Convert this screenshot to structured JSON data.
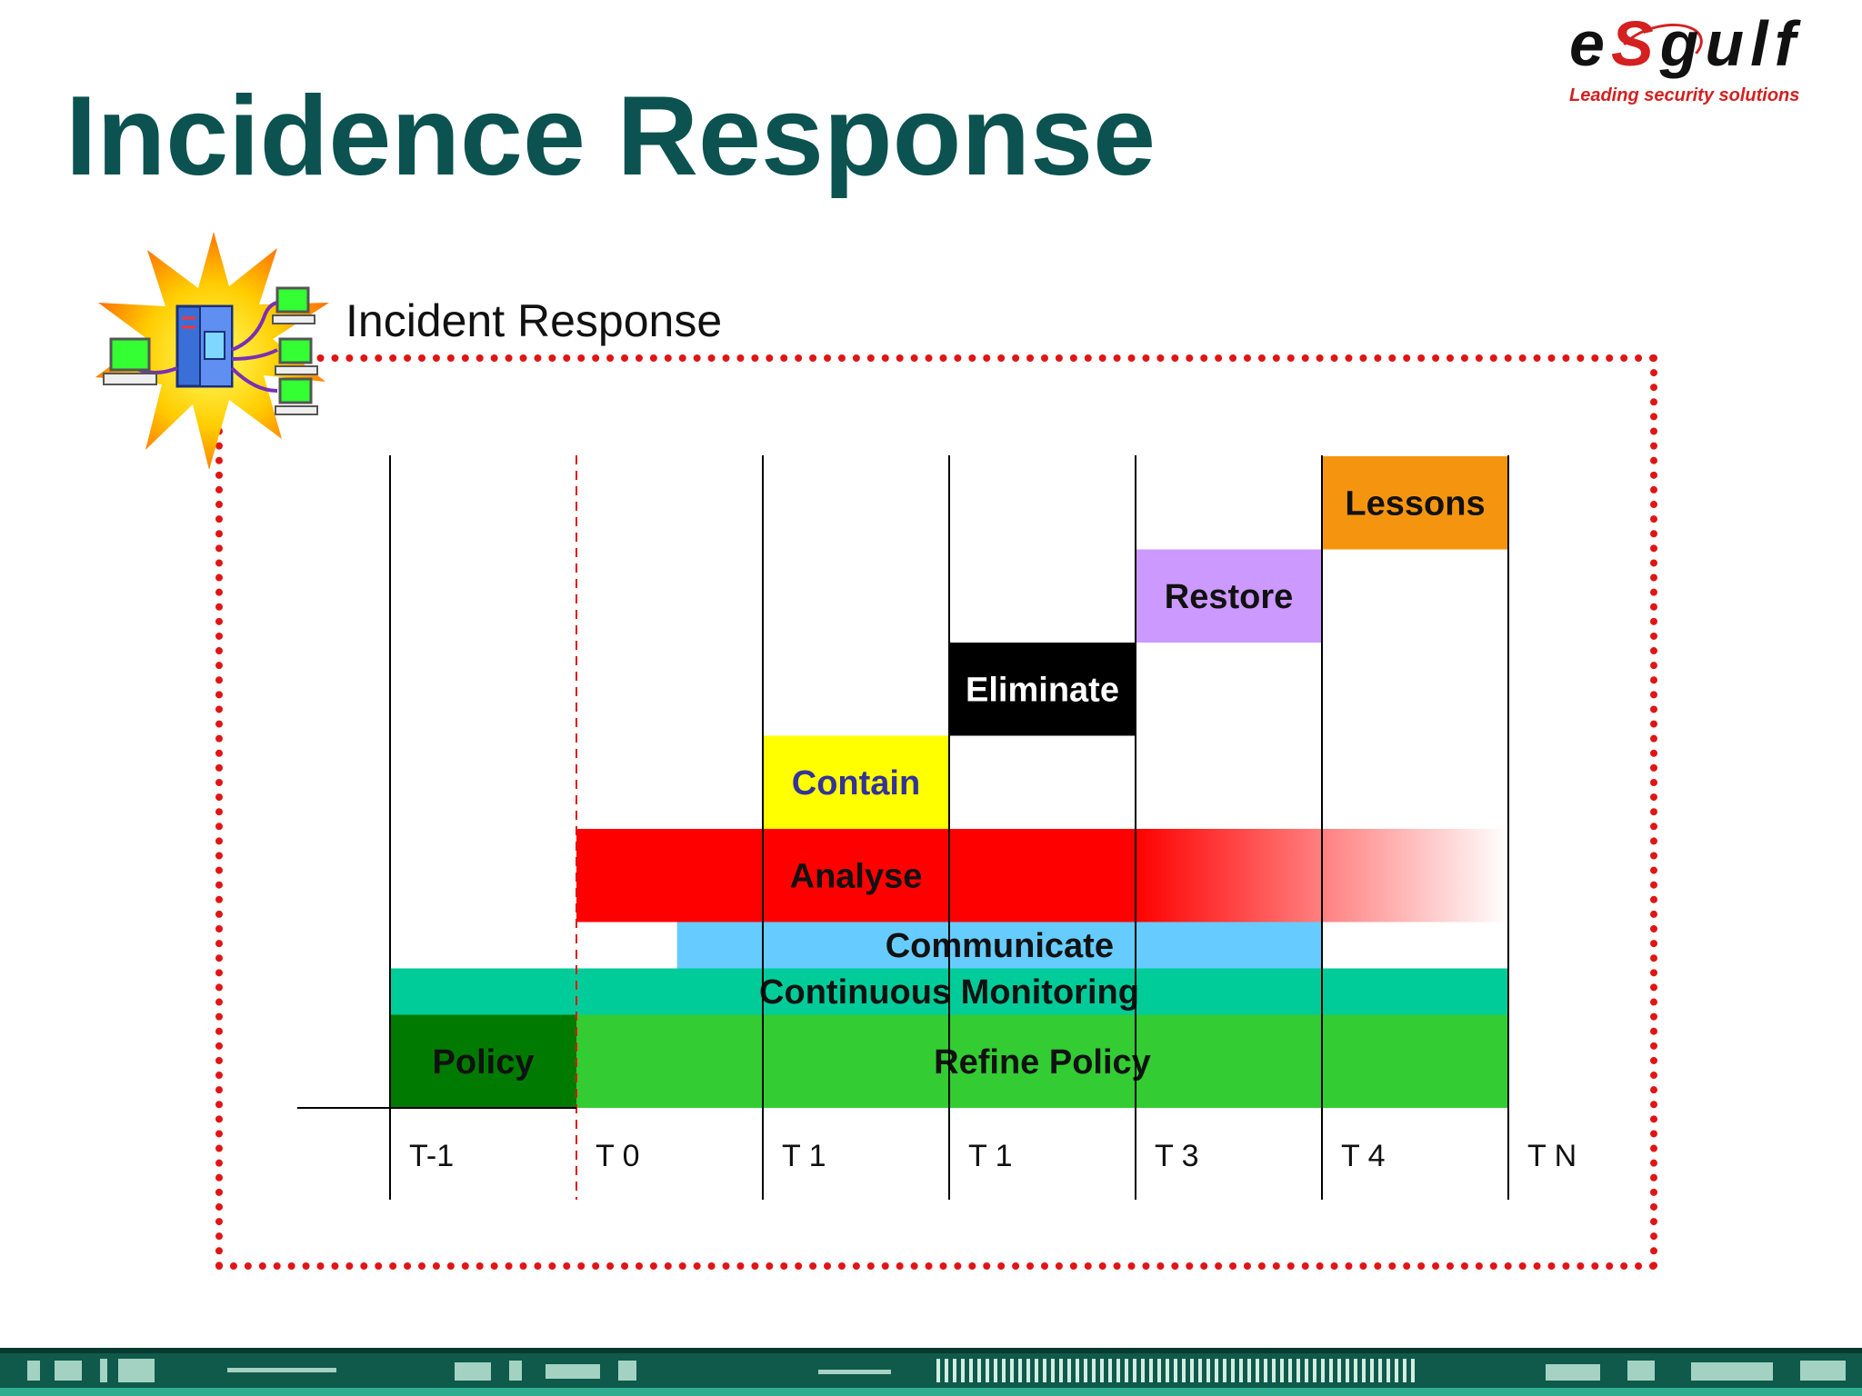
{
  "title": "Incidence Response",
  "logo": {
    "wordmark_prefix": "e",
    "wordmark_s": "S",
    "wordmark_suffix": "gulf",
    "tagline": "Leading security solutions"
  },
  "frame_label": "Incident Response",
  "colors": {
    "title": "#0b5250",
    "frame_border": "#e01515",
    "logo_red": "#d42020"
  },
  "chart_data": {
    "type": "table",
    "timeline_labels": [
      "T-1",
      "T 0",
      "T 1",
      "T 1",
      "T 3",
      "T 4",
      "T N"
    ],
    "phases": [
      {
        "name": "Lessons",
        "start": 5,
        "end": 6,
        "row": 7,
        "color": "#f5950f",
        "text_color": "#111111"
      },
      {
        "name": "Restore",
        "start": 4,
        "end": 5,
        "row": 6,
        "color": "#cc99ff",
        "text_color": "#111111"
      },
      {
        "name": "Eliminate",
        "start": 3,
        "end": 4,
        "row": 5,
        "color": "#000000",
        "text_color": "#ffffff"
      },
      {
        "name": "Contain",
        "start": 2,
        "end": 3,
        "row": 4,
        "color": "#ffff00",
        "text_color": "#333399"
      },
      {
        "name": "Analyse",
        "start": 1,
        "end": 6,
        "row": 3,
        "color": "#ff0000",
        "text_color": "#111111",
        "fade": true,
        "label_center": 2.5
      },
      {
        "name": "Communicate",
        "start": 1.54,
        "end": 5,
        "row": 2,
        "color": "#66ccff",
        "text_color": "#111111",
        "half": true
      },
      {
        "name": "Continuous Monitoring",
        "start": 0,
        "end": 6,
        "row": 1,
        "color": "#00cc99",
        "text_color": "#111111",
        "half": true,
        "label_center": 3
      },
      {
        "name": "Policy",
        "start": 0,
        "end": 1,
        "row": 0,
        "color": "#007a00",
        "text_color": "#111111"
      },
      {
        "name": "Refine Policy",
        "start": 1,
        "end": 6,
        "row": 0,
        "color": "#33cc33",
        "text_color": "#111111"
      }
    ]
  }
}
